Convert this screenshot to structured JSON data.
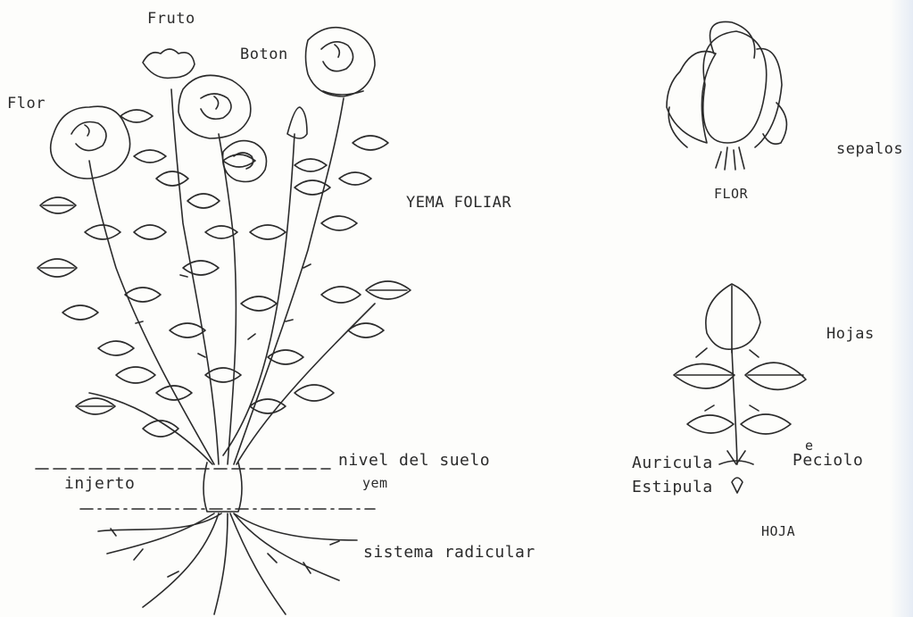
{
  "labels": {
    "fruto": "Fruto",
    "boton": "Boton",
    "flor": "Flor",
    "yema_foliar": "YEMA FOLIAR",
    "nivel_del_suelo": "nivel del suelo",
    "yem": "yem",
    "injerto": "injerto",
    "sistema_radicular": "sistema radicular",
    "sepalos": "sepalos",
    "flor_caption": "FLOR",
    "hojas": "Hojas",
    "auricula": "Auricula",
    "estipula": "Estipula",
    "e_mark": "e",
    "peciolo": "Peciolo",
    "hoja_caption": "HOJA"
  },
  "colors": {
    "ink": "#2b2b2b",
    "paper": "#fdfdfb"
  }
}
